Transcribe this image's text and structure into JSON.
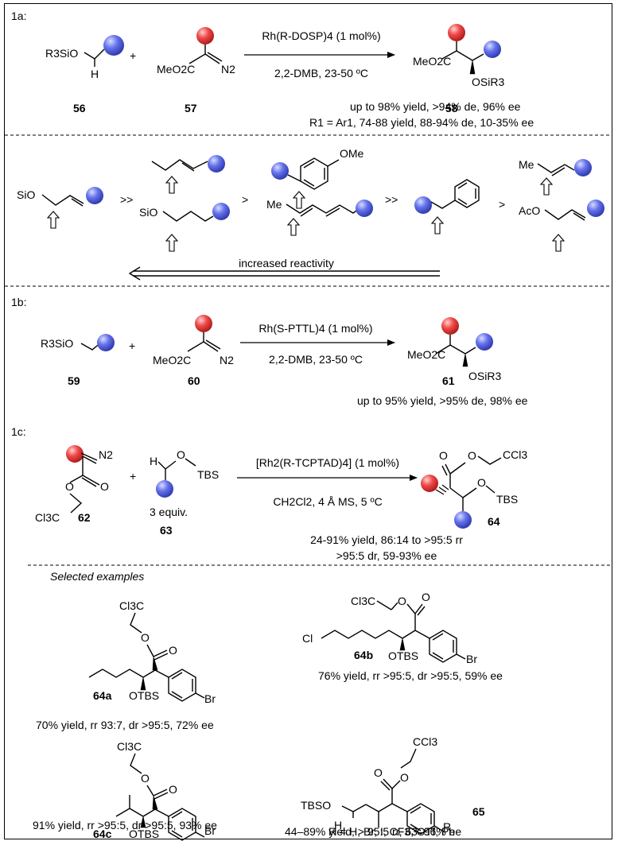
{
  "sections": {
    "s1a": "1a:",
    "s1b": "1b:",
    "s1c": "1c:"
  },
  "scheme1a": {
    "reagent_a": {
      "formula": "R3SiO",
      "h": "H",
      "compound": "56"
    },
    "plus": "+",
    "reagent_b": {
      "ester": "MeO2C",
      "n2": "N2",
      "compound": "57"
    },
    "catalyst": "Rh(R-DOSP)4 (1 mol%)",
    "conditions": "2,2-DMB, 23-50 ºC",
    "product": {
      "ester": "MeO2C",
      "osi": "OSiR3",
      "compound": "58"
    },
    "result_1": "up to 98% yield, >94% de, 96% ee",
    "result_2": "R1 = Ar1, 74-88 yield, 88-94% de, 10-35% ee"
  },
  "reactivity": {
    "labels": {
      "sio": "SiO",
      "sio2": "SiO",
      "me": "Me",
      "ome": "OMe",
      "me2": "Me",
      "aco": "AcO"
    },
    "operators": [
      ">>",
      ">",
      ">>",
      ">"
    ],
    "caption": "increased reactivity"
  },
  "scheme1b": {
    "reagent_a": {
      "formula": "R3SiO",
      "compound": "59"
    },
    "plus": "+",
    "reagent_b": {
      "ester": "MeO2C",
      "n2": "N2",
      "compound": "60"
    },
    "catalyst": "Rh(S-PTTL)4 (1 mol%)",
    "conditions": "2,2-DMB, 23-50 ºC",
    "product": {
      "ester": "MeO2C",
      "osi": "OSiR3",
      "compound": "61"
    },
    "result": "up to 95% yield, >95% de, 98% ee"
  },
  "scheme1c": {
    "reagent_a": {
      "n2": "N2",
      "cl3c": "Cl3C",
      "compound": "62"
    },
    "plus": "+",
    "reagent_b": {
      "h": "H",
      "o": "O",
      "tbs": "TBS",
      "equiv": "3 equiv.",
      "compound": "63"
    },
    "catalyst": "[Rh2(R-TCPTAD)4] (1 mol%)",
    "conditions": "CH2Cl2, 4 Å MS, 5 ºC",
    "product": {
      "o1": "O",
      "o2": "O",
      "ccl3": "CCl3",
      "o3": "O",
      "tbs": "TBS",
      "compound": "64"
    },
    "result_1": "24-91% yield, 86:14 to >95:5 rr",
    "result_2": ">95:5 dr, 59-93% ee"
  },
  "examples": {
    "heading": "Selected examples",
    "e64a": {
      "compound": "64a",
      "cl3c": "Cl3C",
      "o1": "O",
      "o2": "O",
      "otbs": "OTBS",
      "br": "Br",
      "result": "70% yield, rr 93:7, dr >95:5, 72% ee"
    },
    "e64b": {
      "compound": "64b",
      "cl3c": "Cl3C",
      "o1": "O",
      "o2": "O",
      "cl": "Cl",
      "otbs": "OTBS",
      "br": "Br",
      "result": "76% yield, rr >95:5, dr >95:5, 59% ee"
    },
    "e64c": {
      "compound": "64c",
      "cl3c": "Cl3C",
      "o1": "O",
      "o2": "O",
      "otbs": "OTBS",
      "br": "Br",
      "result": "91% yield, rr >95:5, dr >95:5, 93% ee"
    },
    "e65": {
      "compound": "65",
      "ccl3": "CCl3",
      "o1": "O",
      "o2": "O",
      "tbso": "TBSO",
      "h": "H",
      "r": "R",
      "r_def": "R = H, Br, I, CF3, OTf, Ph",
      "result": "44–89% yield, > 95:5 rr, 63–96% ee"
    }
  },
  "colors": {
    "blue_ball": "#5b6be6",
    "red_ball": "#f04848",
    "line": "#000000"
  }
}
